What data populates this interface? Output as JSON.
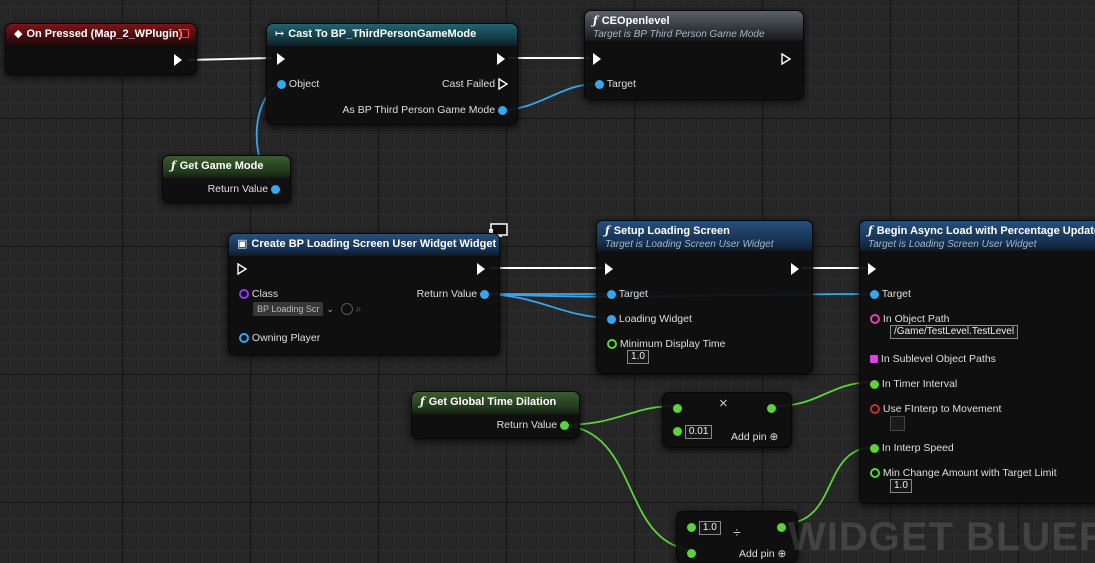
{
  "graph": {
    "watermark": "WIDGET BLUEF"
  },
  "nodes": {
    "on_pressed": {
      "title": "On Pressed (Map_2_WPlugin)",
      "icon": "event-diamond-icon"
    },
    "cast": {
      "title": "Cast To BP_ThirdPersonGameMode",
      "pin_object": "Object",
      "pin_cast_failed": "Cast Failed",
      "pin_as": "As BP Third Person Game Mode"
    },
    "ceopen": {
      "title": "CEOpenlevel",
      "subtitle": "Target is BP Third Person Game Mode",
      "pin_target": "Target"
    },
    "get_game_mode": {
      "title": "Get Game Mode",
      "pin_return": "Return Value"
    },
    "create_widget": {
      "title": "Create BP Loading Screen User Widget Widget",
      "pin_class": "Class",
      "class_value": "BP Loading Scr",
      "pin_return": "Return Value",
      "pin_owning": "Owning Player"
    },
    "setup_loading": {
      "title": "Setup Loading Screen",
      "subtitle": "Target is Loading Screen User Widget",
      "pin_target": "Target",
      "pin_loading_widget": "Loading Widget",
      "pin_min_display": "Minimum Display Time",
      "min_display_value": "1.0"
    },
    "begin_async": {
      "title": "Begin Async Load with Percentage Update",
      "subtitle": "Target is Loading Screen User Widget",
      "pin_target": "Target",
      "pin_object_path": "In Object Path",
      "object_path_value": "/Game/TestLevel.TestLevel",
      "pin_sublevel": "In Sublevel Object Paths",
      "pin_timer": "In Timer Interval",
      "pin_finterp": "Use FInterp to Movement",
      "pin_interp_speed": "In Interp Speed",
      "pin_min_change": "Min Change Amount with Target Limit",
      "min_change_value": "1.0"
    },
    "get_time_dilation": {
      "title": "Get Global Time Dilation",
      "pin_return": "Return Value"
    },
    "multiply": {
      "symbol": "×",
      "value": "0.01",
      "add_pin": "Add pin"
    },
    "divide": {
      "symbol": "÷",
      "value": "1.0",
      "add_pin": "Add pin"
    }
  },
  "colors": {
    "exec_wire": "#ffffff",
    "object_wire": "#35a7f0",
    "float_wire": "#5ad43a",
    "class_pin": "#8a3cf0"
  }
}
